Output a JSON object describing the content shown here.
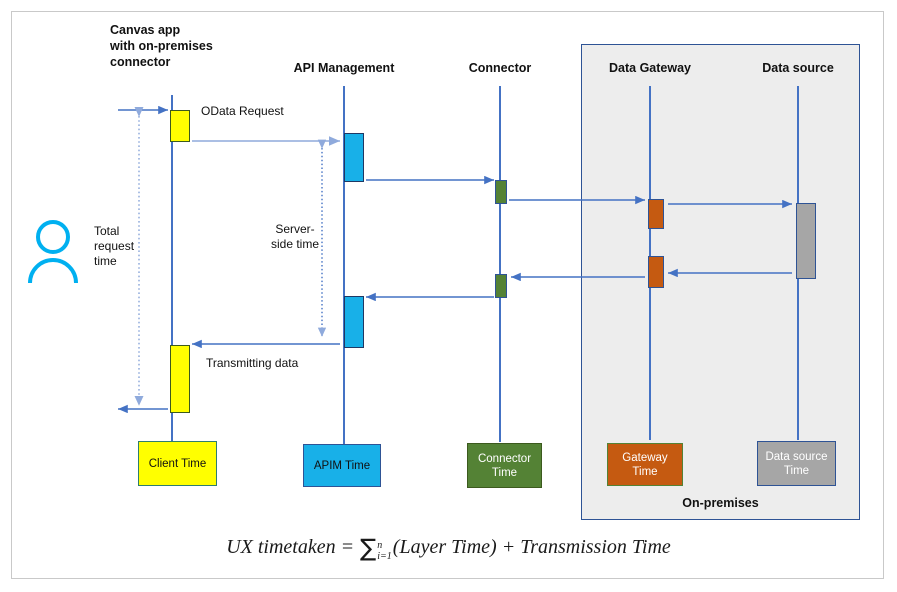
{
  "diagram": {
    "title_accent": "#4472c4",
    "actors": [
      {
        "name": "canvas-app",
        "label": "Canvas app\nwith on-premises\nconnector"
      },
      {
        "name": "api-management",
        "label": "API Management"
      },
      {
        "name": "connector",
        "label": "Connector"
      },
      {
        "name": "data-gateway",
        "label": "Data Gateway"
      },
      {
        "name": "data-source",
        "label": "Data source"
      }
    ],
    "messages": [
      {
        "name": "odata-request",
        "label": "OData Request"
      },
      {
        "name": "transmitting-data",
        "label": "Transmitting data"
      }
    ],
    "annotations": [
      {
        "name": "total-request-time",
        "label": "Total\nrequest\ntime"
      },
      {
        "name": "server-side-time",
        "label": "Server-\nside time"
      }
    ],
    "onpremises_caption": "On-premises",
    "legend": [
      {
        "name": "client-time",
        "label": "Client Time",
        "color": "#ffff00"
      },
      {
        "name": "apim-time",
        "label": "APIM Time",
        "color": "#18b0e8"
      },
      {
        "name": "connector-time",
        "label": "Connector\nTime",
        "color": "#548235"
      },
      {
        "name": "gateway-time",
        "label": "Gateway\nTime",
        "color": "#c55a11"
      },
      {
        "name": "data-source-time",
        "label": "Data source\nTime",
        "color": "#a6a6a6"
      }
    ],
    "formula": {
      "lhs": "UX timetaken",
      "equals": "=",
      "sigma": "∑",
      "upper": "n",
      "lower": "i=1",
      "term1": "(Layer Time)",
      "plus": "+",
      "term2": "Transmission Time"
    }
  }
}
